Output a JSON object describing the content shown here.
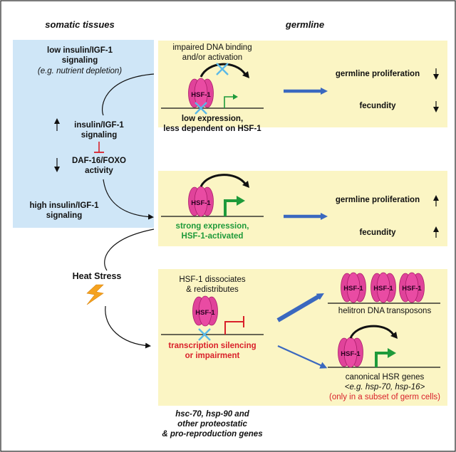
{
  "headers": {
    "somatic": "somatic tissues",
    "germline": "germline"
  },
  "somatic_box": {
    "low_line1": "low insulin/IGF-1",
    "low_line2": "signaling",
    "low_example": "(e.g. nutrient depletion)",
    "ins_line1": "insulin/IGF-1",
    "ins_line2": "signaling",
    "daf_line1": "DAF-16/FOXO",
    "daf_line2": "activity",
    "high_line1": "high insulin/IGF-1",
    "high_line2": "signaling"
  },
  "heat_stress": "Heat Stress",
  "hsf_label": "HSF-1",
  "panel1": {
    "note_line1": "impaired DNA binding",
    "note_line2": "and/or activation",
    "expr_line1": "low expression,",
    "expr_line2": "less dependent on HSF-1",
    "outcome1": "germline proliferation",
    "outcome2": "fecundity"
  },
  "panel2": {
    "expr_line1": "strong expression,",
    "expr_line2": "HSF-1-activated",
    "outcome1": "germline proliferation",
    "outcome2": "fecundity"
  },
  "panel3": {
    "note_line1": "HSF-1 dissociates",
    "note_line2": "& redistributes",
    "silence_line1": "transcription silencing",
    "silence_line2": "or impairment",
    "helitron": "helitron DNA transposons",
    "hsr_line1": "canonical HSR genes",
    "hsr_line2": "<e.g. hsp-70, hsp-16>",
    "hsr_line3": "(only in a subset of germ cells)"
  },
  "footer": {
    "line1": "hsc-70, hsp-90 and",
    "line2": "other proteostatic",
    "line3": "& pro-reproduction genes"
  },
  "colors": {
    "somatic_box": "#cfe6f7",
    "germline_panel": "#fbf5c4",
    "hsf1": "#e0439a",
    "block_x": "#5ab9e8",
    "activating_arrow": "#1e9a3a",
    "repression": "#d9202a",
    "flow_arrow": "#3a68bf",
    "strong_text": "#1e9a3a",
    "silencing_text": "#d9202a",
    "bolt": "#f5a21f"
  }
}
